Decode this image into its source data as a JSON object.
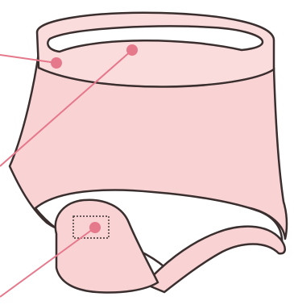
{
  "colors": {
    "outline": "#3a2e2e",
    "garment_fill": "#f9d3d3",
    "waistband_fill": "#fbdcdc",
    "inner_white": "#ffffff",
    "callout": "#e6788c"
  },
  "callouts": [
    {
      "id": "waistband",
      "icon": "pink-dot-marker"
    },
    {
      "id": "inner-panel",
      "icon": "pink-dot-marker"
    },
    {
      "id": "gusset-patch",
      "icon": "pink-dot-marker"
    }
  ],
  "gusset_patch": {
    "border_style": "dotted"
  }
}
